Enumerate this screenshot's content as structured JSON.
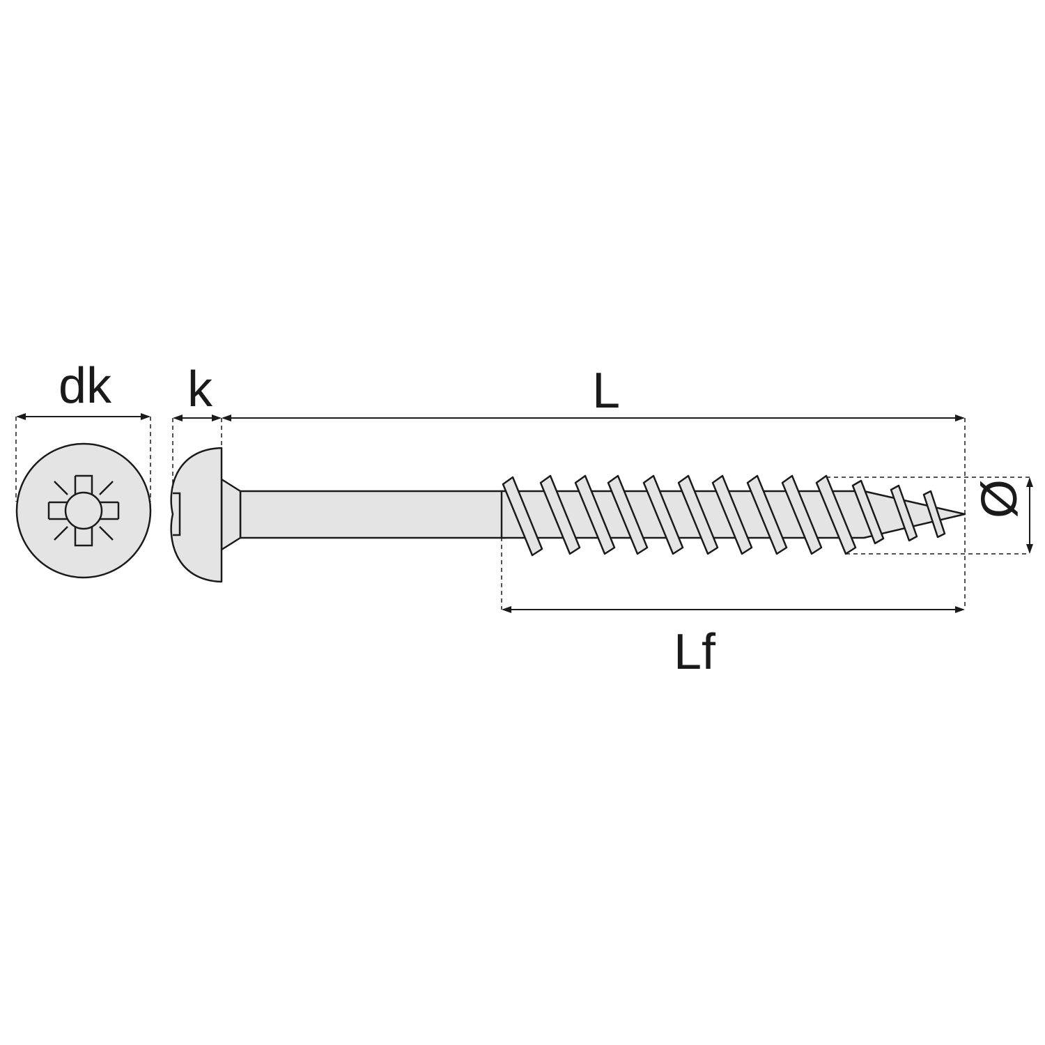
{
  "labels": {
    "head_diameter": "dk",
    "head_height": "k",
    "length": "L",
    "thread_length": "Lf",
    "diameter": "Ø"
  }
}
